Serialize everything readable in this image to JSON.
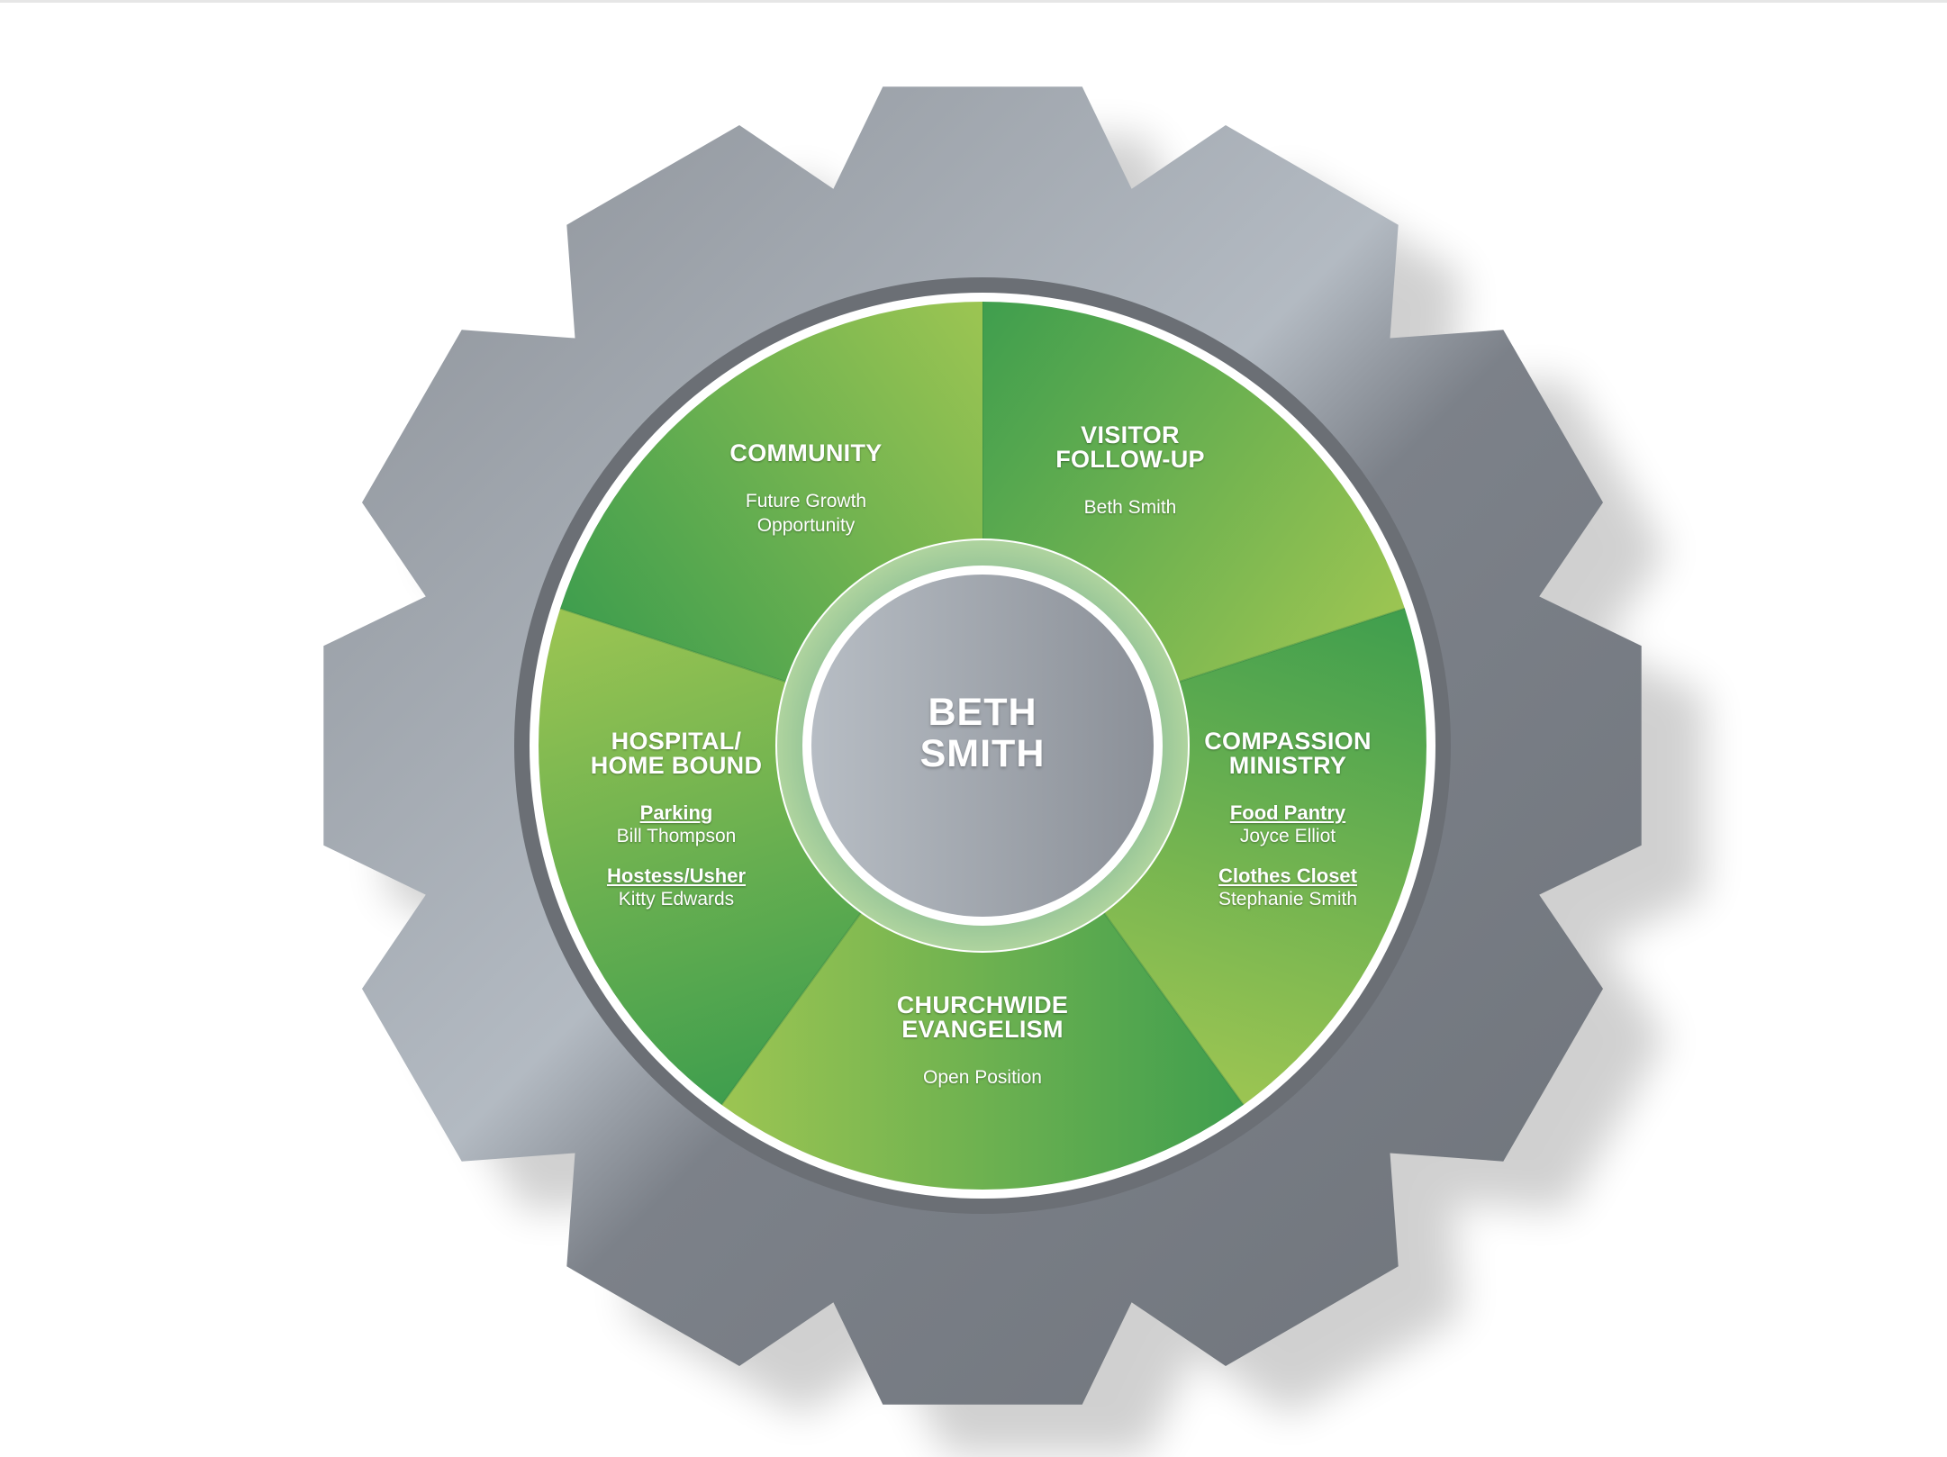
{
  "colors": {
    "gear_dark": "#73777e",
    "gear_light": "#b3bac2",
    "segment_dark": "#3f9e4e",
    "segment_light": "#9cc552",
    "hub": "#a3a9b1",
    "text": "#ffffff"
  },
  "center": {
    "name_line1": "BETH",
    "name_line2": "SMITH"
  },
  "segments": {
    "community": {
      "title": "COMMUNITY",
      "line1": "Future Growth",
      "line2": "Opportunity"
    },
    "visitor": {
      "title_line1": "VISITOR",
      "title_line2": "FOLLOW-UP",
      "person": "Beth Smith"
    },
    "compassion": {
      "title_line1": "COMPASSION",
      "title_line2": "MINISTRY",
      "roles": [
        {
          "role": "Food Pantry",
          "person": "Joyce Elliot"
        },
        {
          "role": "Clothes Closet",
          "person": "Stephanie Smith"
        }
      ]
    },
    "evangelism": {
      "title_line1": "CHURCHWIDE",
      "title_line2": "EVANGELISM",
      "person": "Open Position"
    },
    "hospital": {
      "title_line1": "HOSPITAL/",
      "title_line2": "HOME BOUND",
      "roles": [
        {
          "role": "Parking",
          "person": "Bill Thompson"
        },
        {
          "role": "Hostess/Usher",
          "person": "Kitty Edwards"
        }
      ]
    }
  }
}
